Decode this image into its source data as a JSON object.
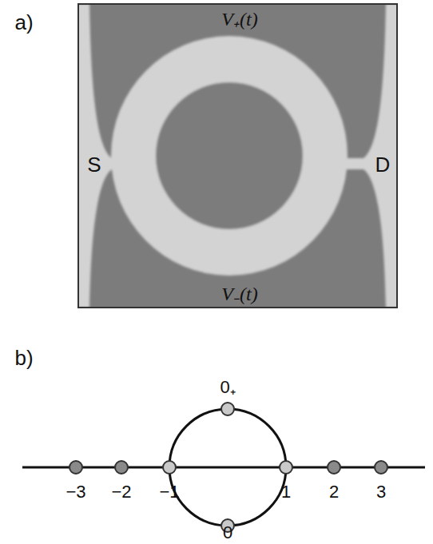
{
  "diagram": {
    "labels": [
      "a)",
      "V₊(t)",
      "V₋(t)",
      "S",
      "D",
      "b)",
      "−3",
      "−2",
      "−1",
      "1",
      "2",
      "3",
      "0₊",
      "0"
    ]
  }
}
